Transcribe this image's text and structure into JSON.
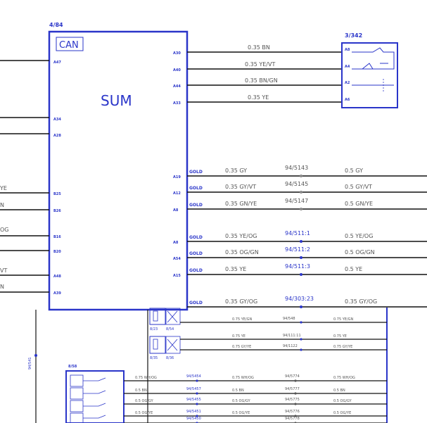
{
  "module": {
    "ref": "4/84",
    "can": "CAN",
    "title": "SUM"
  },
  "left_pins": [
    "A47",
    "A34",
    "A28",
    "B25",
    "B26",
    "B16",
    "B20",
    "A48",
    "A39"
  ],
  "left_stubs": [
    "YE",
    "N",
    "OG",
    "VT",
    "N"
  ],
  "switch": {
    "ref": "3/342",
    "pins": [
      "A8",
      "A4",
      "A2",
      "A6"
    ]
  },
  "top_wires": [
    {
      "pin": "A30",
      "label": "0.35 BN"
    },
    {
      "pin": "A40",
      "label": "0.35 YE/VT"
    },
    {
      "pin": "A44",
      "label": "0.35 BN/GN"
    },
    {
      "pin": "A33",
      "label": "0.35 YE"
    }
  ],
  "gold_label": "GOLD",
  "gold_wires": [
    {
      "pin": "A19",
      "left": "0.35 GY",
      "splice": "94/5143",
      "right": "0.5 GY"
    },
    {
      "pin": "A12",
      "left": "0.35 GY/VT",
      "splice": "94/5145",
      "right": "0.5 GY/VT"
    },
    {
      "pin": "A8",
      "left": "0.35 GN/YE",
      "splice": "94/5147",
      "right": "0.5 GN/YE"
    },
    {
      "pin": "A8",
      "left": "0.35 YE/OG",
      "splice": "94/511:1",
      "right": "0.5 YE/OG"
    },
    {
      "pin": "A54",
      "left": "0.35 OG/GN",
      "splice": "94/511:2",
      "right": "0.5 OG/GN"
    },
    {
      "pin": "A15",
      "left": "0.35 YE",
      "splice": "94/511:3",
      "right": "0.5 YE"
    },
    {
      "pin": "",
      "left": "0.35 GY/OG",
      "splice": "94/303:23",
      "right": "0.35 GY/OG"
    }
  ],
  "lower_block": {
    "ref": "8/58",
    "side_label": "94/541",
    "small_refs": [
      "8/23",
      "8/54",
      "8/35",
      "8/36"
    ],
    "upper_rows": [
      {
        "left": "0.75 YE/GN",
        "splice": "94/548",
        "right": "0.75 YE/GN"
      },
      {
        "left": "0.75 YE",
        "splice": "94/111:11",
        "right": "0.75 YE"
      },
      {
        "left": "0.75 GY/YE",
        "splice": "94/1122",
        "right": "0.75 GY/YE"
      }
    ],
    "lower_rows": [
      {
        "a": "0.75 WH/OG",
        "s1": "94/5454",
        "b": "0.75 WH/OG",
        "s2": "94/5774",
        "c": "0.75 WH/OG"
      },
      {
        "a": "0.5 BN",
        "s1": "94/5457",
        "b": "0.5 BN",
        "s2": "94/5777",
        "c": "0.5 BN"
      },
      {
        "a": "0.5 OG/GY",
        "s1": "94/5455",
        "b": "0.5 OG/GY",
        "s2": "94/5775",
        "c": "0.5 OG/GY"
      },
      {
        "a": "0.5 OG/YE",
        "s1": "94/5451",
        "b": "0.5 OG/YE",
        "s2": "94/5776",
        "c": "0.5 OG/YE"
      },
      {
        "a": "",
        "s1": "94/5450",
        "b": "",
        "s2": "94/5778",
        "c": ""
      }
    ]
  }
}
